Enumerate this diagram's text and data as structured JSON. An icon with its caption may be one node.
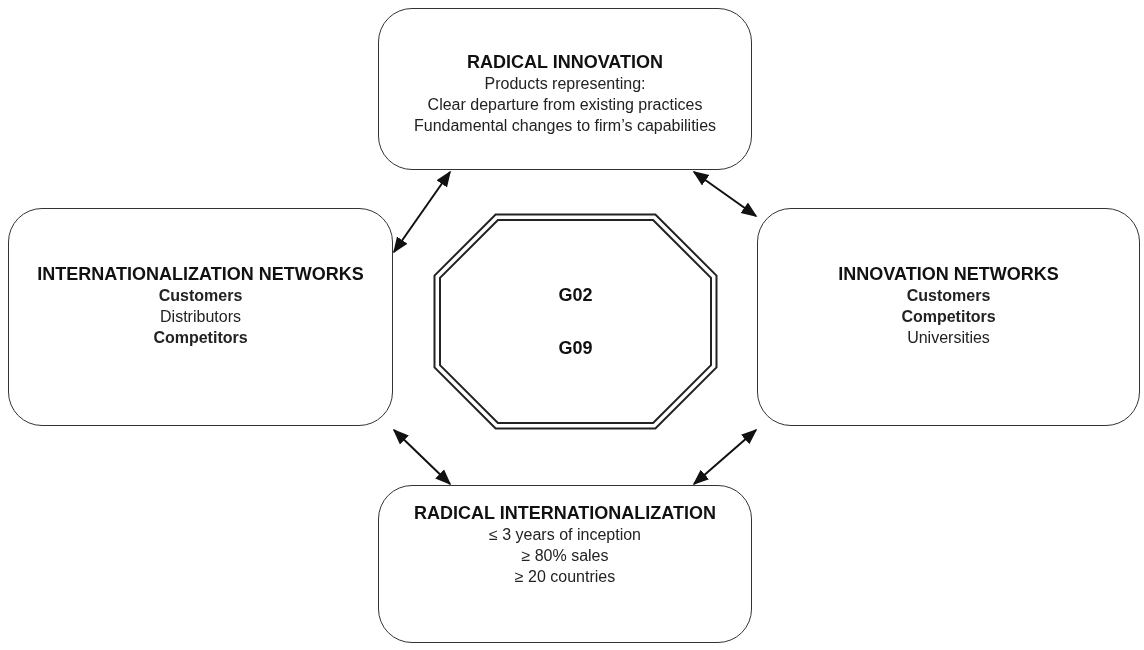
{
  "diagram": {
    "nodes": [
      {
        "text": [
          "RADICAL INNOVATION",
          "Products representing:",
          "Clear departure from existing practices",
          "Fundamental changes to firm’s capabilities"
        ]
      },
      {
        "text": [
          "INTERNATIONALIZATION NETWORKS",
          "**Customers**",
          "Distributors",
          "**Competitors**"
        ]
      },
      {
        "text": [
          "G02",
          "G09"
        ]
      },
      {
        "text": [
          "INNOVATION NETWORKS",
          "**Customers**",
          "**Competitors**",
          "Universities"
        ]
      },
      {
        "text": [
          "RADICAL INTERNATIONALIZATION",
          "≤ 3 years of inception",
          "≥ 80% sales",
          "≥ 20 countries"
        ]
      }
    ],
    "edges": [
      {
        "from": 1,
        "to": 0,
        "arrow": "both"
      },
      {
        "from": 0,
        "to": 3,
        "arrow": "both"
      },
      {
        "from": 1,
        "to": 4,
        "arrow": "both"
      },
      {
        "from": 3,
        "to": 4,
        "arrow": "both"
      }
    ]
  }
}
